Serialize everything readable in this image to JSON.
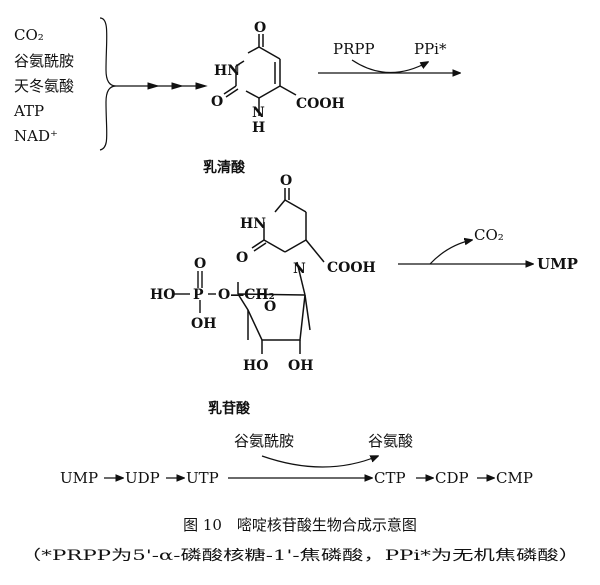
{
  "inputs": [
    "CO₂",
    "谷氨酰胺",
    "天冬氨酸",
    "ATP",
    "NAD⁺"
  ],
  "orotate": {
    "O_top": "O",
    "HN": "HN",
    "O_left": "O",
    "N": "N",
    "H": "H",
    "cooh": "COOH",
    "name": "乳清酸"
  },
  "prpp_step": {
    "left": "PRPP",
    "right": "PPi*"
  },
  "omp": {
    "O_top": "O",
    "HN": "HN",
    "O_left": "O",
    "N": "N",
    "cooh": "COOH",
    "phos_O": "O",
    "phos_HO": "HO",
    "phos_P": "P",
    "phos_O_CH2": "O—CH₂",
    "phos_OH": "OH",
    "ho": "HO",
    "oh": "OH",
    "name": "乳苷酸"
  },
  "decarb": {
    "co2": "CO₂",
    "ump": "UMP"
  },
  "bottom": {
    "chain": [
      "UMP",
      "UDP",
      "UTP",
      "CTP",
      "CDP",
      "CMP"
    ],
    "gln": "谷氨酰胺",
    "glu": "谷氨酸"
  },
  "caption": {
    "title": "图 10　嘧啶核苷酸生物合成示意图",
    "note": "（*PRPP为5'-α-磷酸核糖-1'-焦磷酸，PPi*为无机焦磷酸）"
  }
}
